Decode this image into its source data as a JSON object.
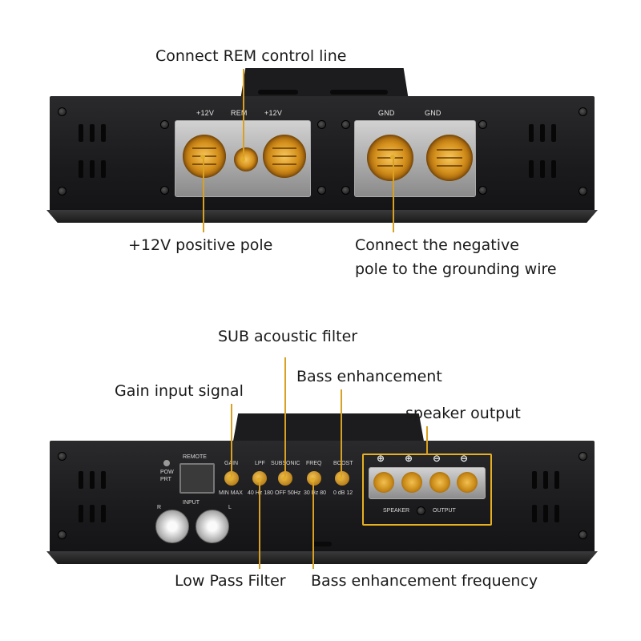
{
  "top_amp": {
    "terminal_labels": [
      "+12V",
      "REM",
      "+12V",
      "GND",
      "GND"
    ],
    "callouts": {
      "rem": "Connect REM control line",
      "positive": "+12V positive pole",
      "negative_line1": "Connect the negative",
      "negative_line2": "pole to the grounding wire"
    }
  },
  "bottom_amp": {
    "panel_labels": {
      "pow_prt_1": "POW",
      "pow_prt_2": "PRT",
      "remote": "REMOTE",
      "input": "INPUT",
      "r": "R",
      "l": "L",
      "gain": "GAIN",
      "gain_range": "MIN  MAX",
      "lpf": "LPF",
      "lpf_range": "40 Hz 180",
      "subsonic": "SUBSONIC",
      "subsonic_range": "OFF  50Hz",
      "freq": "FREQ",
      "freq_range": "30 Hz 80",
      "boost": "BOOST",
      "boost_range": "0 dB 12",
      "speaker": "SPEAKER",
      "output": "OUTPUT"
    },
    "polarity": [
      "⊕",
      "⊕",
      "⊖",
      "⊖"
    ],
    "callouts": {
      "sub_filter": "SUB acoustic filter",
      "bass_enh": "Bass enhancement",
      "gain": "Gain input signal",
      "speaker_out": "speaker output",
      "lpf": "Low Pass Filter",
      "bass_freq": "Bass enhancement frequency"
    }
  },
  "colors": {
    "accent": "#e6b020",
    "body": "#1c1c1e",
    "text": "#1a1a1a"
  }
}
